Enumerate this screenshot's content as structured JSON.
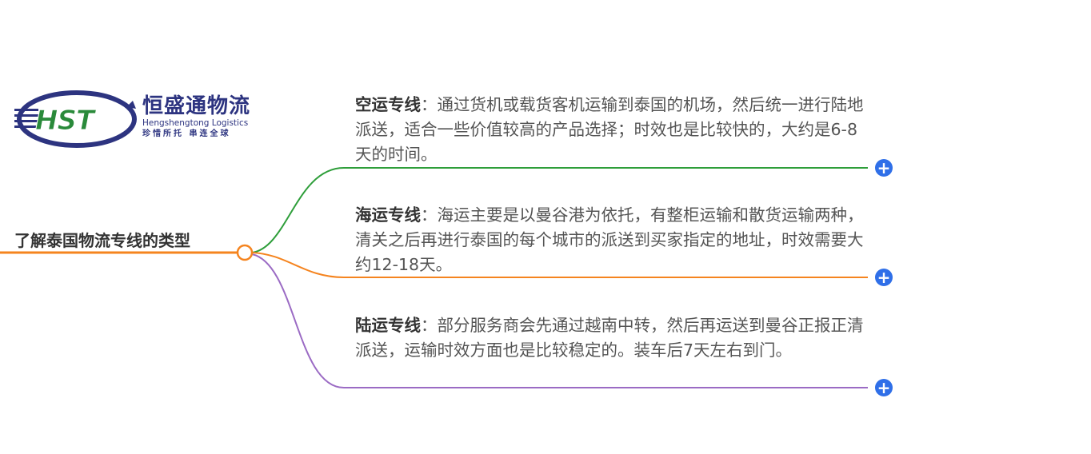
{
  "logo": {
    "mark": "HST",
    "name_cn": "恒盛通物流",
    "name_en": "Hengshengtong Logistics",
    "slogan": "珍惜所托  串连全球",
    "colors": {
      "navy": "#2d3480",
      "green": "#2a8a3a"
    }
  },
  "mindmap": {
    "root": {
      "label": "了解泰国物流专线的类型",
      "color": "#f5841f"
    },
    "branches": [
      {
        "title": "空运专线",
        "separator": "：",
        "text": "通过货机或载货客机运输到泰国的机场，然后统一进行陆地派送，适合一些价值较高的产品选择；时效也是比较快的，大约是6-8天的时间。",
        "color": "#2e9e3a",
        "expand_label": "+"
      },
      {
        "title": "海运专线",
        "separator": "：",
        "text": "海运主要是以曼谷港为依托，有整柜运输和散货运输两种，清关之后再进行泰国的每个城市的派送到买家指定的地址，时效需要大约12-18天。",
        "color": "#f5841f",
        "expand_label": "+"
      },
      {
        "title": "陆运专线",
        "separator": "：",
        "text": "部分服务商会先通过越南中转，然后再运送到曼谷正报正清派送，运输时效方面也是比较稳定的。装车后7天左右到门。",
        "color": "#9b6bc4",
        "expand_label": "+"
      }
    ],
    "expand_button_color": "#2f6fe8"
  }
}
